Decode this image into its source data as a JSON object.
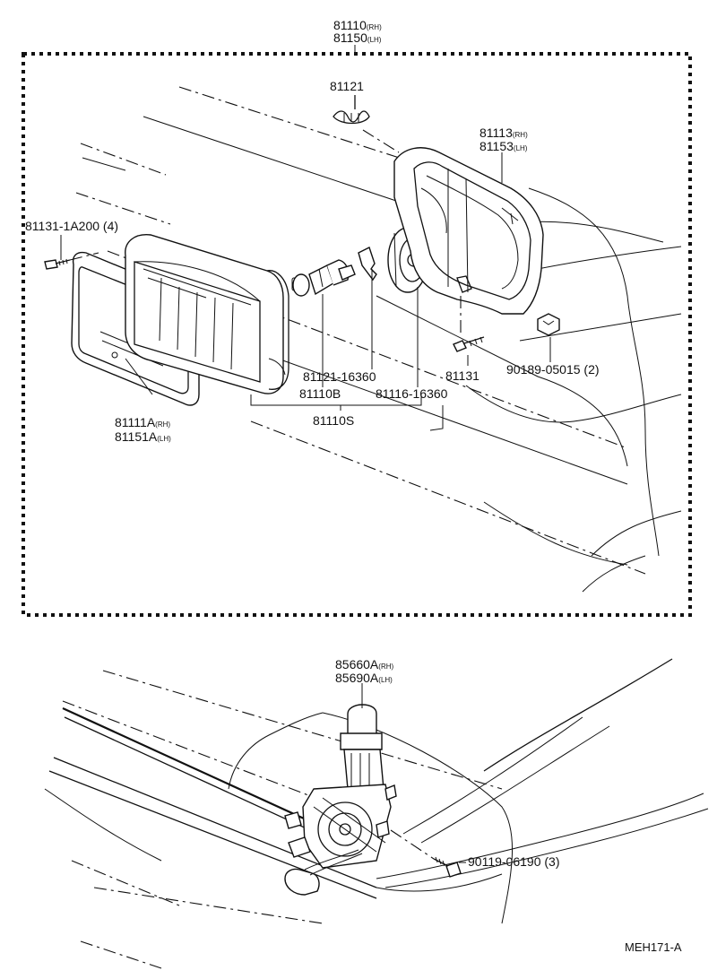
{
  "labels": {
    "assy_rh": "81110",
    "assy_lh": "81150",
    "spring": "81121",
    "housing_rh": "81113",
    "housing_lh": "81153",
    "screw_upper": "81131-1A200 (4)",
    "clip_ref": "81121-16360",
    "bulb": "81110B",
    "socket_ref": "81116-16360",
    "screw_lower": "81131",
    "nut": "90189-05015 (2)",
    "subassy": "81110S",
    "lens_rh": "81111A",
    "lens_lh": "81151A",
    "motor_rh": "85660A",
    "motor_lh": "85690A",
    "bolt": "90119-06190 (3)",
    "drawing_code": "MEH171-A",
    "suffix_rh": "(RH)",
    "suffix_lh": "(LH)"
  }
}
